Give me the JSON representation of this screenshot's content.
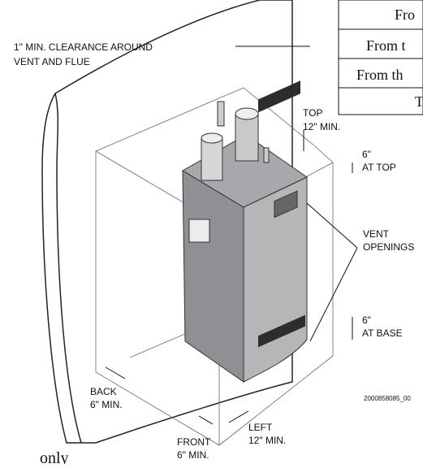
{
  "diagram": {
    "labels": {
      "flue_clearance": [
        "1\" MIN. CLEARANCE AROUND",
        "VENT AND FLUE"
      ],
      "top_clearance": [
        "TOP",
        "12\" MIN."
      ],
      "at_top": [
        "6\"",
        "AT TOP"
      ],
      "vent_openings": [
        "VENT",
        "OPENINGS"
      ],
      "at_base": [
        "6\"",
        "AT BASE"
      ],
      "back_clearance": [
        "BACK",
        "6\" MIN."
      ],
      "left_clearance": [
        "LEFT",
        "12\" MIN."
      ],
      "front_clearance": [
        "FRONT",
        "6\" MIN."
      ],
      "part_number": "2000858085_00"
    },
    "table_rows": [
      "Fro",
      "From t",
      "From th",
      "T"
    ],
    "footer_text": "only",
    "colors": {
      "line": "#222222",
      "heater_body": "#9b9da0",
      "heater_face": "#b4b6b8",
      "heater_top": "#a6a8ab",
      "wall": "#ffffff",
      "clearance_box": "#666666"
    }
  }
}
